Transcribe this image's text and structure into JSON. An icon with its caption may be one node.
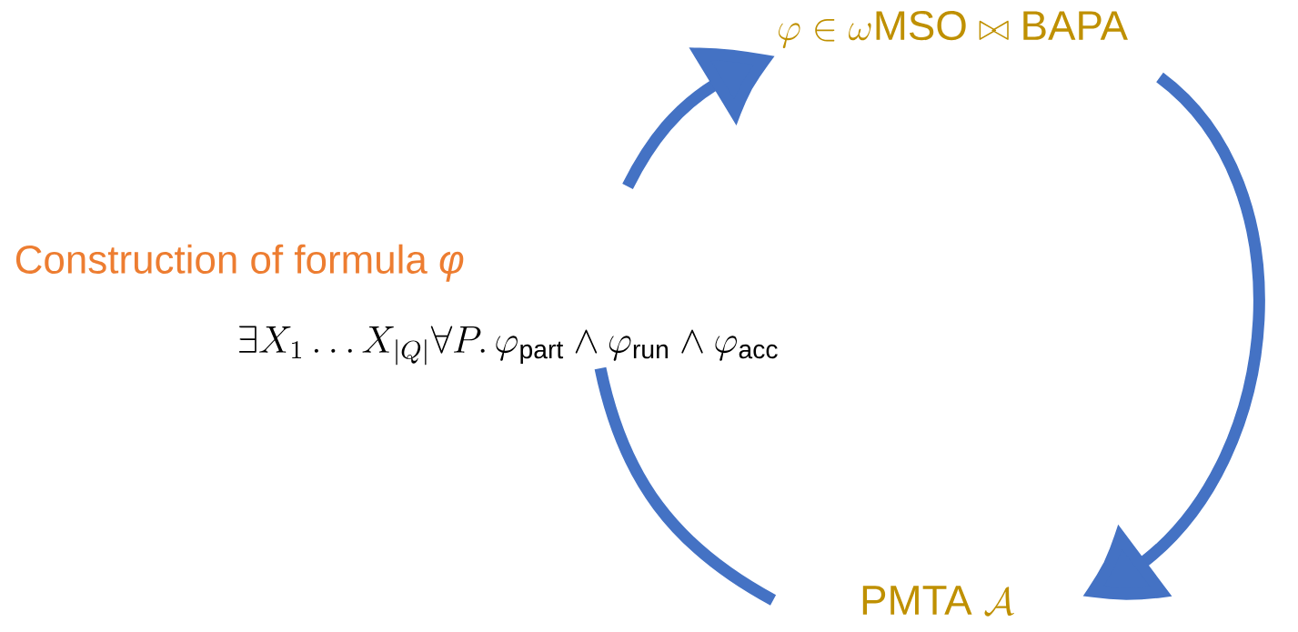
{
  "diagram": {
    "nodes": [
      {
        "text": [
          "\\varphi \\in \\omega\\mbox{MSO}\\bowtie\\mbox{BAPA}"
        ]
      },
      {
        "text": [
          "\\mbox{PMTA}\\ \\mathcal{A}"
        ]
      },
      {
        "text": [
          "Construction of formula *φ*",
          "\\exists X_1 \\ldots X_{|Q|} \\forall P.\\, \\varphi_{\\mathrm{part}} \\wedge \\varphi_{\\mathrm{run}} \\wedge \\varphi_{\\mathrm{acc}}"
        ]
      }
    ],
    "edges": [
      {
        "from": 2,
        "to": 0,
        "arrow": "to"
      },
      {
        "from": 0,
        "to": 1,
        "arrow": "to"
      },
      {
        "from": 1,
        "to": 2,
        "arrow": "none"
      }
    ]
  }
}
